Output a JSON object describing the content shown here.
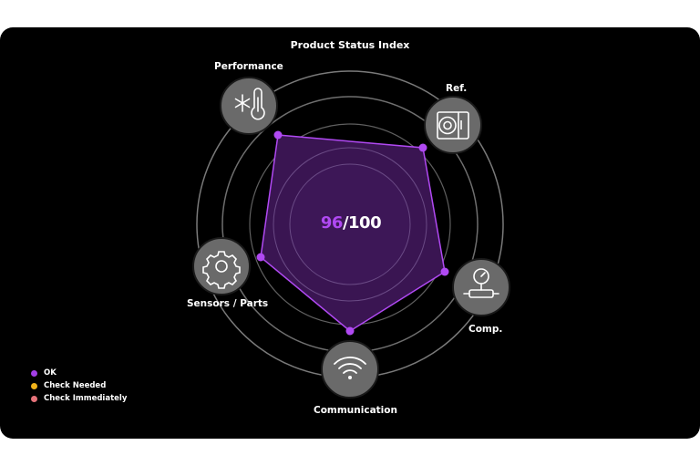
{
  "title": "Product Status Index",
  "score": {
    "value": "96",
    "max": "/100"
  },
  "categories": [
    {
      "label": "Performance",
      "icon": "thermometer-snowflake-icon",
      "status_color": "#b049f2"
    },
    {
      "label": "Ref.",
      "icon": "refrigerator-icon",
      "status_color": "#b049f2"
    },
    {
      "label": "Comp.",
      "icon": "pressure-gauge-icon",
      "status_color": "#b049f2"
    },
    {
      "label": "Communication",
      "icon": "wifi-icon",
      "status_color": "#b049f2"
    },
    {
      "label": "Sensors / Parts",
      "icon": "gear-icon",
      "status_color": "#b049f2"
    }
  ],
  "legend": [
    {
      "label": "OK",
      "color": "#a33ee6"
    },
    {
      "label": "Check Needed",
      "color": "#f0b21a"
    },
    {
      "label": "Check Immediately",
      "color": "#e5727a"
    }
  ],
  "colors": {
    "accent": "#b049f2",
    "polygon_fill": "#3a1552",
    "ring": "#7a7a7a",
    "icon_bg": "#6a6a6a"
  }
}
